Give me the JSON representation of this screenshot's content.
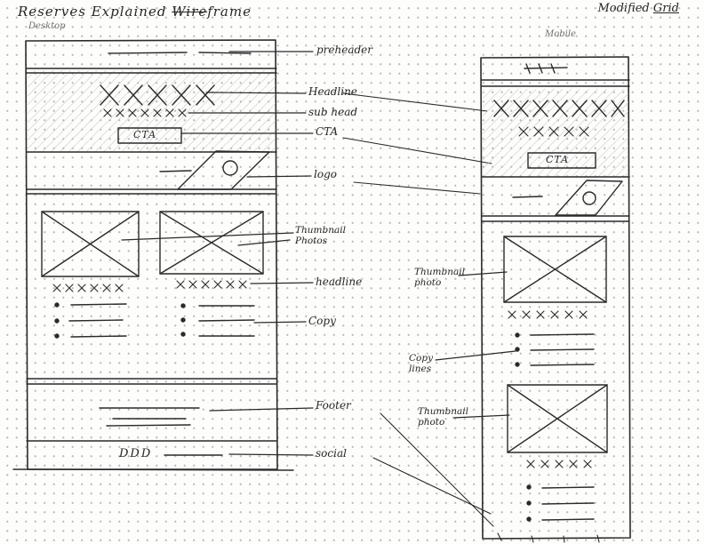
{
  "header": {
    "title": "Reserves Explained",
    "title_struck": "Wire",
    "title_tail": "frame",
    "corner_note": "Modified",
    "corner_note_underlined": "Grid"
  },
  "desktop": {
    "label": "Desktop",
    "cta": "CTA",
    "social_icons": "DDD",
    "annotations": {
      "preheader": "preheader",
      "headline": "Headline",
      "subhead": "sub head",
      "cta": "CTA",
      "logo": "logo",
      "thumbnail_photos": "Thumbnail Photos",
      "headline_lower": "headline",
      "copy": "Copy",
      "footer": "Footer",
      "social": "social"
    }
  },
  "mobile": {
    "label": "Mobile",
    "cta": "CTA",
    "annotations": {
      "thumbnail_photo_1": "Thumbnail photo",
      "copy_lines": "Copy lines",
      "thumbnail_photo_2": "Thumbnail photo"
    }
  },
  "colors": {
    "ink": "#262626",
    "paper": "#fdfdfb",
    "dots": "#b9b9b9"
  }
}
